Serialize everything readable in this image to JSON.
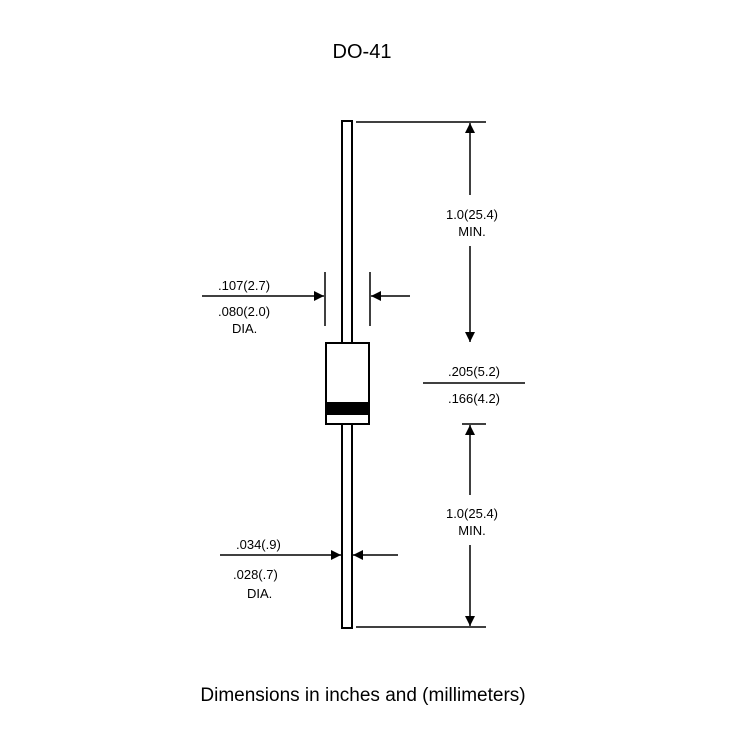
{
  "title": "DO-41",
  "caption": "Dimensions in inches and (millimeters)",
  "dimensions": {
    "body_diameter": {
      "max": ".107(2.7)",
      "min": ".080(2.0)",
      "suffix": "DIA."
    },
    "lead_length_top": {
      "value": "1.0(25.4)",
      "suffix": "MIN."
    },
    "body_length": {
      "max": ".205(5.2)",
      "min": ".166(4.2)"
    },
    "lead_length_bottom": {
      "value": "1.0(25.4)",
      "suffix": "MIN."
    },
    "lead_diameter": {
      "max": ".034(.9)",
      "min": ".028(.7)",
      "suffix": "DIA."
    }
  },
  "colors": {
    "ink": "#000000",
    "background": "#ffffff"
  }
}
